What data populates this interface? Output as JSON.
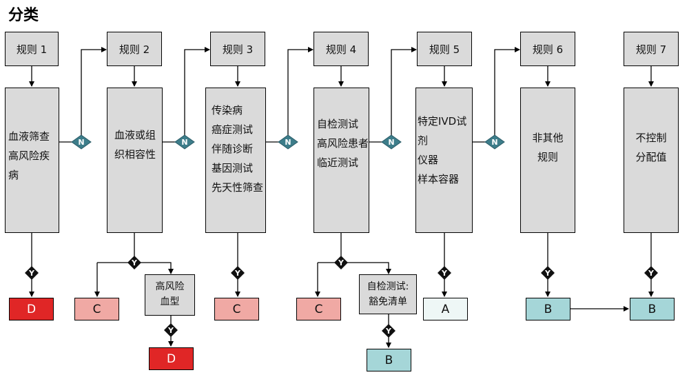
{
  "title": "分类",
  "rules": [
    "规则 1",
    "规则 2",
    "规则 3",
    "规则 4",
    "规则 5",
    "规则 6",
    "规则 7"
  ],
  "main_boxes": [
    [
      "血液筛查",
      "高风险疾病"
    ],
    [
      "血液或组",
      "织相容性"
    ],
    [
      "传染病",
      "癌症测试",
      "伴随诊断",
      "基因测试",
      "先天性筛查"
    ],
    [
      "自检测试",
      "高风险患者",
      "临近测试"
    ],
    [
      "特定IVD试剂",
      "仪器",
      "样本容器"
    ],
    [
      "非其他",
      "规则"
    ],
    [
      "不控制",
      "分配值"
    ]
  ],
  "decision_no": "N",
  "decision_yes": "Y",
  "results": [
    "D",
    "C",
    "C",
    "C",
    "A",
    "B",
    "B"
  ],
  "sub_boxes": {
    "high_risk_blood": [
      "高风险",
      "血型"
    ],
    "self_test_exempt": [
      "自检测试:",
      "豁免清单"
    ]
  },
  "sub_results": {
    "rule2": "D",
    "rule4": "B"
  }
}
